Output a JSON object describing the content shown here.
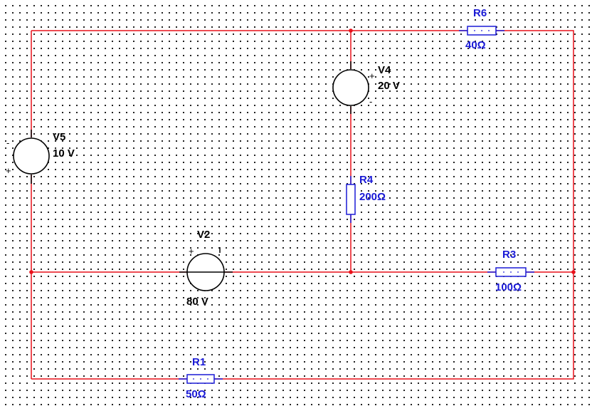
{
  "components": {
    "v5": {
      "name": "V5",
      "value": "10 V",
      "plus": "+",
      "minus": "-"
    },
    "v4": {
      "name": "V4",
      "value": "20 V",
      "plus": "+",
      "minus": "-"
    },
    "v2": {
      "name": "V2",
      "value": "80 V",
      "plus": "+",
      "minus": "-"
    },
    "r6": {
      "name": "R6",
      "value": "40Ω"
    },
    "r4": {
      "name": "R4",
      "value": "200Ω"
    },
    "r3": {
      "name": "R3",
      "value": "100Ω"
    },
    "r1": {
      "name": "R1",
      "value": "50Ω"
    }
  },
  "colors": {
    "wire": "#e8101a",
    "resistor": "#1a1ad6",
    "source": "#000000",
    "grid_dot": "#000000",
    "background": "#ffffff"
  }
}
